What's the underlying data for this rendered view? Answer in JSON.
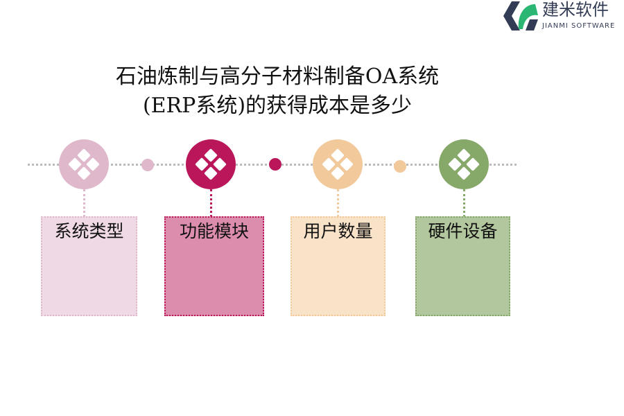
{
  "logo": {
    "name": "建米软件",
    "sub": "JIANMI SOFTWARE"
  },
  "title": {
    "line1": "石油炼制与高分子材料制备OA系统",
    "line2": "(ERP系统)的获得成本是多少"
  },
  "steps": [
    {
      "label": "系统类型",
      "color": "#e0b8cb",
      "fill": "#efd9e5",
      "icon": "grid-diamond-icon"
    },
    {
      "label": "功能模块",
      "color": "#b9175a",
      "fill": "#dc8dad",
      "icon": "grid-diamond-icon"
    },
    {
      "label": "用户数量",
      "color": "#f2c99a",
      "fill": "#f8e2c8",
      "icon": "grid-diamond-icon"
    },
    {
      "label": "硬件设备",
      "color": "#86a868",
      "fill": "#b3c79f",
      "icon": "grid-diamond-icon"
    }
  ]
}
